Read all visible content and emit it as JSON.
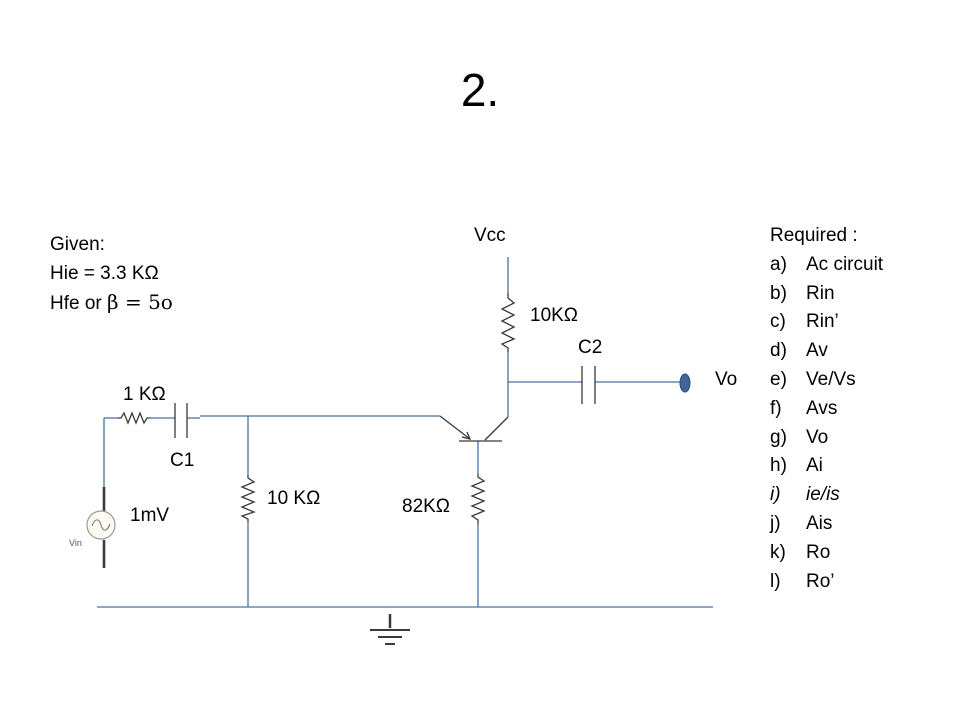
{
  "title": "2.",
  "given": {
    "heading": "Given:",
    "hie": "Hie = 3.3 KΩ",
    "hfe_prefix": "Hfe or",
    "hfe_beta": "β = 5o"
  },
  "required": {
    "heading": "Required :",
    "items": [
      {
        "letter": "a)",
        "text": "Ac circuit"
      },
      {
        "letter": "b)",
        "text": "Rin"
      },
      {
        "letter": "c)",
        "text": "Rin’"
      },
      {
        "letter": "d)",
        "text": "Av"
      },
      {
        "letter": "e)",
        "text": "Ve/Vs"
      },
      {
        "letter": "f)",
        "text": "Avs"
      },
      {
        "letter": "g)",
        "text": "Vo"
      },
      {
        "letter": "h)",
        "text": "Ai"
      },
      {
        "letter": "i)",
        "text": "ie/is"
      },
      {
        "letter": "j)",
        "text": "Ais"
      },
      {
        "letter": "k)",
        "text": "Ro"
      },
      {
        "letter": "l)",
        "text": "Ro’"
      }
    ]
  },
  "circuit": {
    "vcc": "Vcc",
    "rc": "10KΩ",
    "c2": "C2",
    "vo": "Vo",
    "rs": "1 KΩ",
    "c1": "C1",
    "r1": "10 KΩ",
    "re": "82KΩ",
    "source_value": "1mV",
    "source_tag": "Vin"
  },
  "colors": {
    "wire": "#4a6fa5",
    "component": "#3a3a3a"
  }
}
